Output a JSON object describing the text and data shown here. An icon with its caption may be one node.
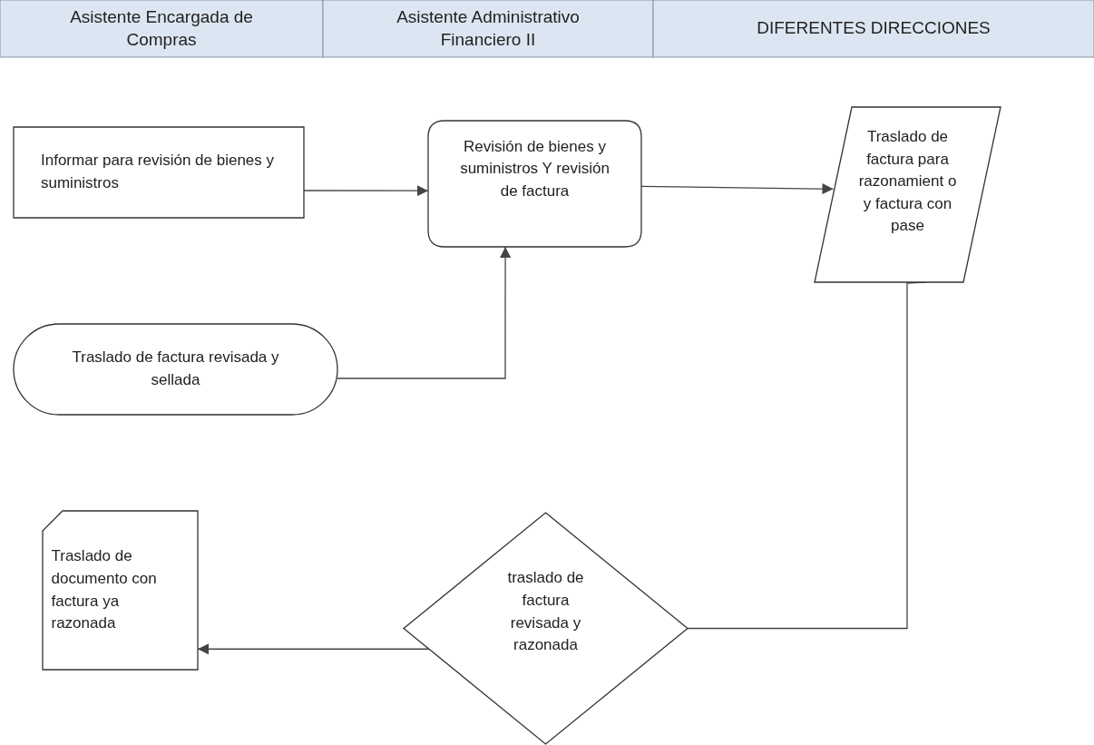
{
  "diagram": {
    "nodes": [
      {
        "text": [
          "Asistente Encargada de Compras"
        ]
      },
      {
        "text": [
          "Asistente Administrativo Financiero II"
        ]
      },
      {
        "text": [
          "DIFERENTES DIRECCIONES"
        ]
      },
      {
        "text": [
          "Informar para revisión de bienes y suministros"
        ]
      },
      {
        "text": [
          "Revisión de bienes y suministros Y revisión de factura"
        ]
      },
      {
        "text": [
          "Traslado de factura para razonamient o y factura con pase"
        ]
      },
      {
        "text": [
          "Traslado de factura revisada y sellada"
        ]
      },
      {
        "text": [
          "traslado de factura revisada y razonada"
        ]
      },
      {
        "text": [
          "Traslado de documento con factura ya razonada"
        ]
      }
    ],
    "edges": [
      {
        "from": 3,
        "to": 4,
        "arrow": "to"
      },
      {
        "from": 6,
        "to": 4,
        "arrow": "to"
      },
      {
        "from": 4,
        "to": 5,
        "arrow": "to"
      },
      {
        "from": 5,
        "to": 7,
        "arrow": "none"
      },
      {
        "from": 7,
        "to": 8,
        "arrow": "to"
      }
    ]
  }
}
